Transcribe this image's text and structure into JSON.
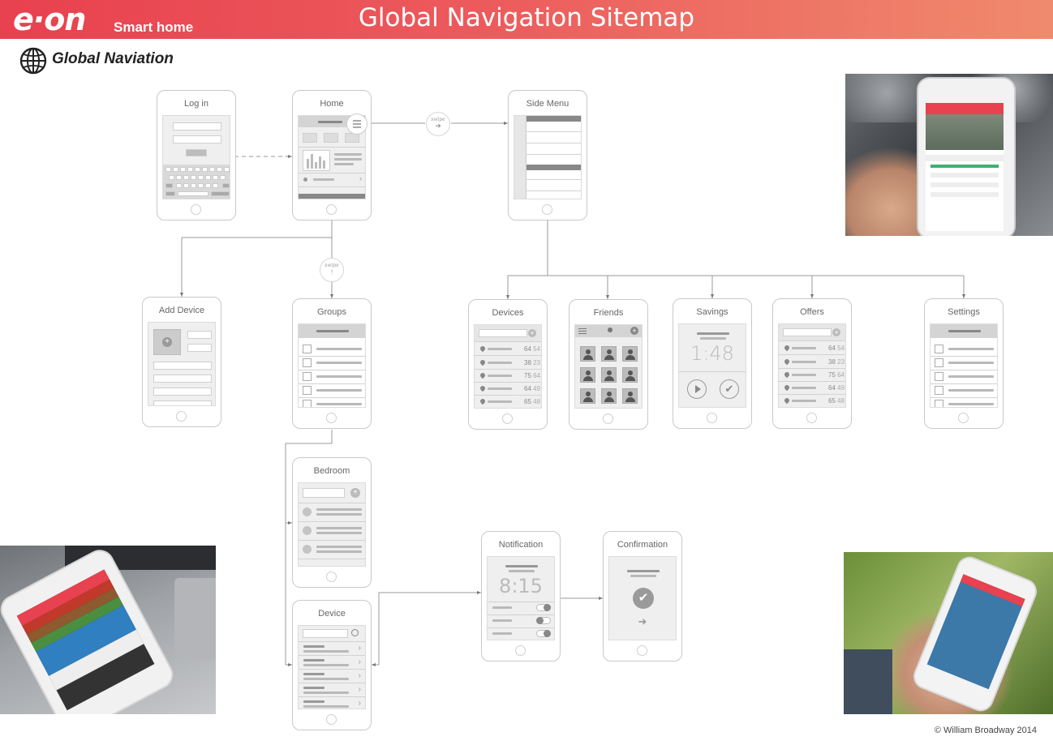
{
  "header": {
    "logo": "e·on",
    "logo_sub": "Smart home",
    "title": "Global Navigation Sitemap"
  },
  "section": {
    "title": "Global Naviation"
  },
  "screens": {
    "login": {
      "title": "Log in"
    },
    "home": {
      "title": "Home"
    },
    "side_menu": {
      "title": "Side Menu"
    },
    "add_device": {
      "title": "Add Device"
    },
    "groups": {
      "title": "Groups"
    },
    "devices": {
      "title": "Devices",
      "rows": [
        [
          "64",
          "54"
        ],
        [
          "38",
          "23"
        ],
        [
          "75",
          "64"
        ],
        [
          "64",
          "49"
        ],
        [
          "65",
          "48"
        ]
      ]
    },
    "friends": {
      "title": "Friends"
    },
    "savings": {
      "title": "Savings",
      "time": "1:48"
    },
    "offers": {
      "title": "Offers",
      "rows": [
        [
          "64",
          "54"
        ],
        [
          "38",
          "23"
        ],
        [
          "75",
          "64"
        ],
        [
          "64",
          "49"
        ],
        [
          "65",
          "48"
        ]
      ]
    },
    "settings": {
      "title": "Settings"
    },
    "bedroom": {
      "title": "Bedroom"
    },
    "device": {
      "title": "Device"
    },
    "notification": {
      "title": "Notification",
      "time": "8:15"
    },
    "confirmation": {
      "title": "Confirmation"
    }
  },
  "transitions": {
    "swipe_label": "swipe",
    "arrow_right": "➜",
    "arrow_up": "↑"
  },
  "footer": {
    "copyright": "© William Broadway 2014"
  },
  "colors": {
    "brand_red": "#e8414f",
    "brand_orange": "#f08a6d",
    "wire_grey": "#b9b9b9"
  }
}
